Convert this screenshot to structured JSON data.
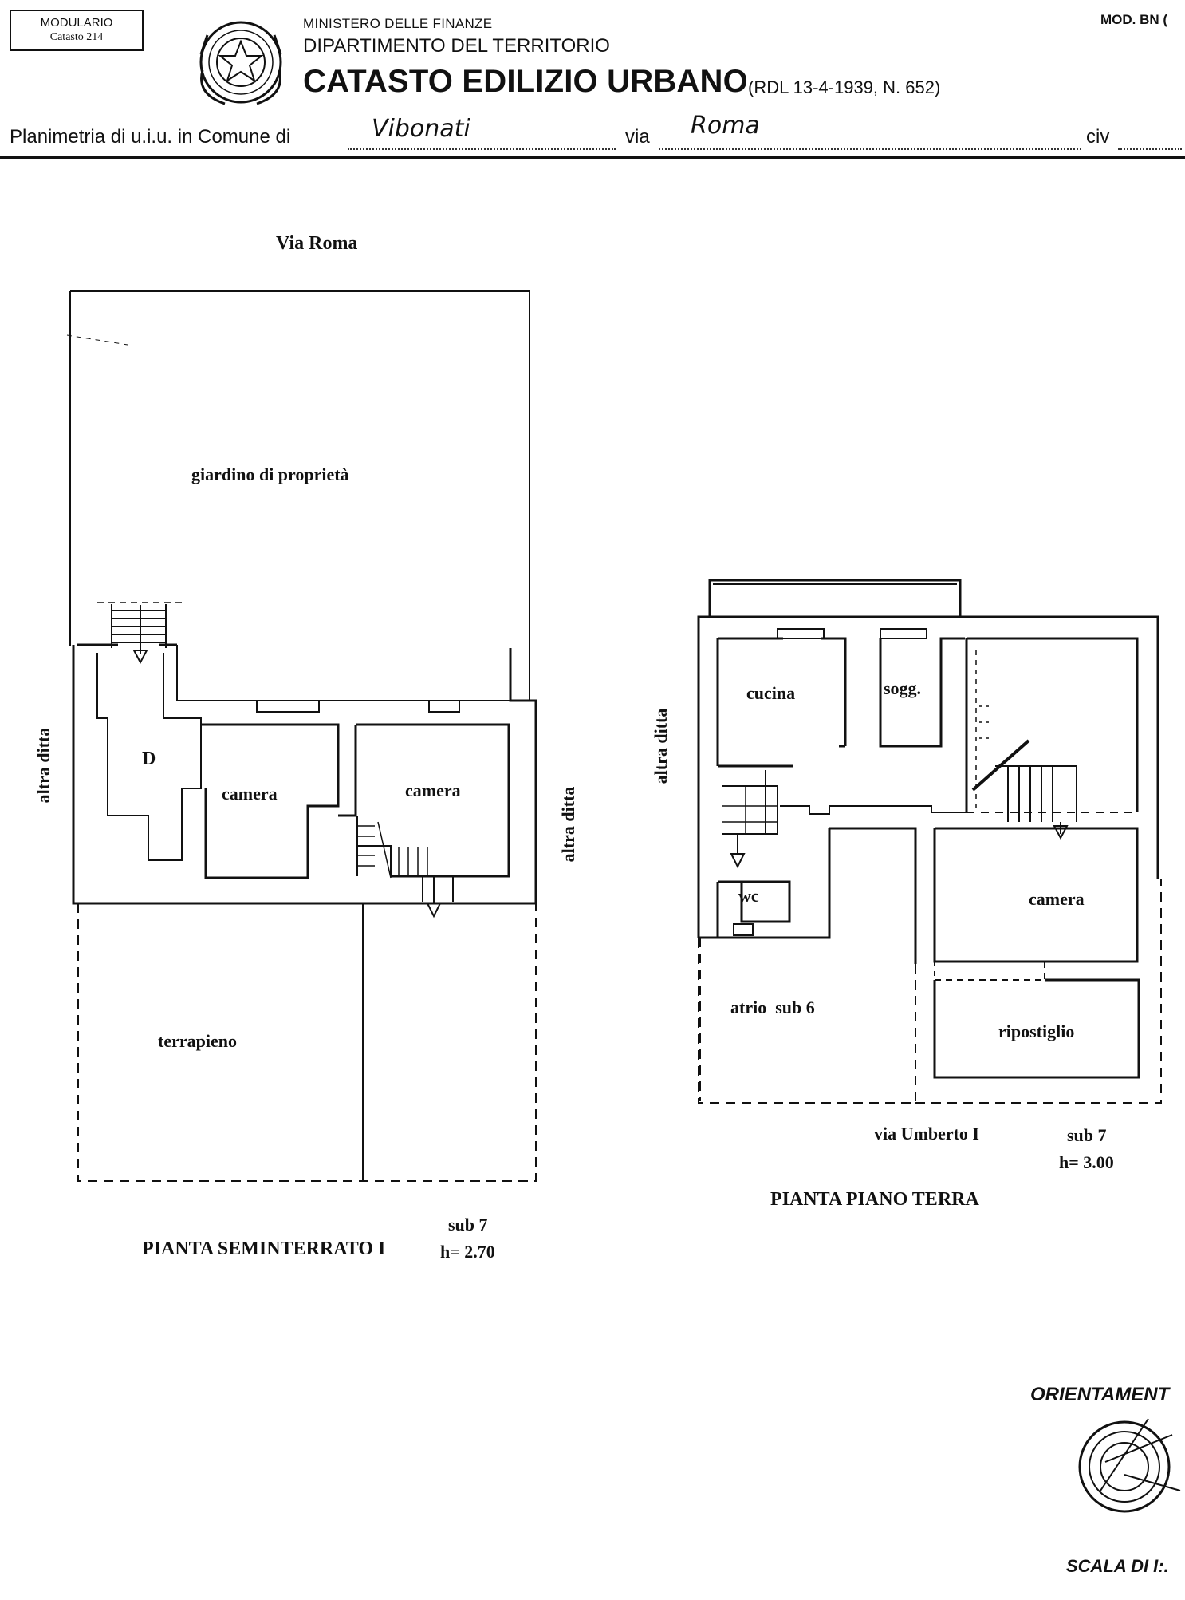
{
  "header": {
    "modulario_line1": "MODULARIO",
    "modulario_line2": "Catasto 214",
    "ministry": "MINISTERO DELLE FINANZE",
    "department": "DIPARTIMENTO DEL TERRITORIO",
    "title": "CATASTO EDILIZIO URBANO",
    "law_ref": "(RDL 13-4-1939, N. 652)",
    "form_code": "MOD. BN (",
    "planimetria_label": "Planimetria di u.i.u. in Comune di",
    "comune_value": "Vibonati",
    "via_label": "via",
    "via_value": "Roma",
    "civ_label": "civ"
  },
  "seminterrato": {
    "street_label": "Via Roma",
    "garden_label": "giardino di proprietà",
    "room_d": "D",
    "room_camera_1": "camera",
    "room_camera_2": "camera",
    "terrapieno": "terrapieno",
    "side_left": "altra ditta",
    "side_right": "altra ditta",
    "plan_title": "PIANTA SEMINTERRATO I",
    "sub": "sub 7",
    "height": "h= 2.70"
  },
  "piano_terra": {
    "room_cucina": "cucina",
    "room_sogg": "sogg.",
    "room_wc": "wc",
    "room_camera": "camera",
    "room_atrio": "atrio  sub 6",
    "room_ripostiglio": "ripostiglio",
    "side_left": "altra ditta",
    "street_label": "via Umberto I",
    "sub": "sub 7",
    "height": "h= 3.00",
    "plan_title": "PIANTA PIANO TERRA"
  },
  "footer": {
    "orientamento": "ORIENTAMENT",
    "scala": "SCALA DI I:."
  },
  "colors": {
    "ink": "#111111",
    "paper": "#ffffff"
  }
}
